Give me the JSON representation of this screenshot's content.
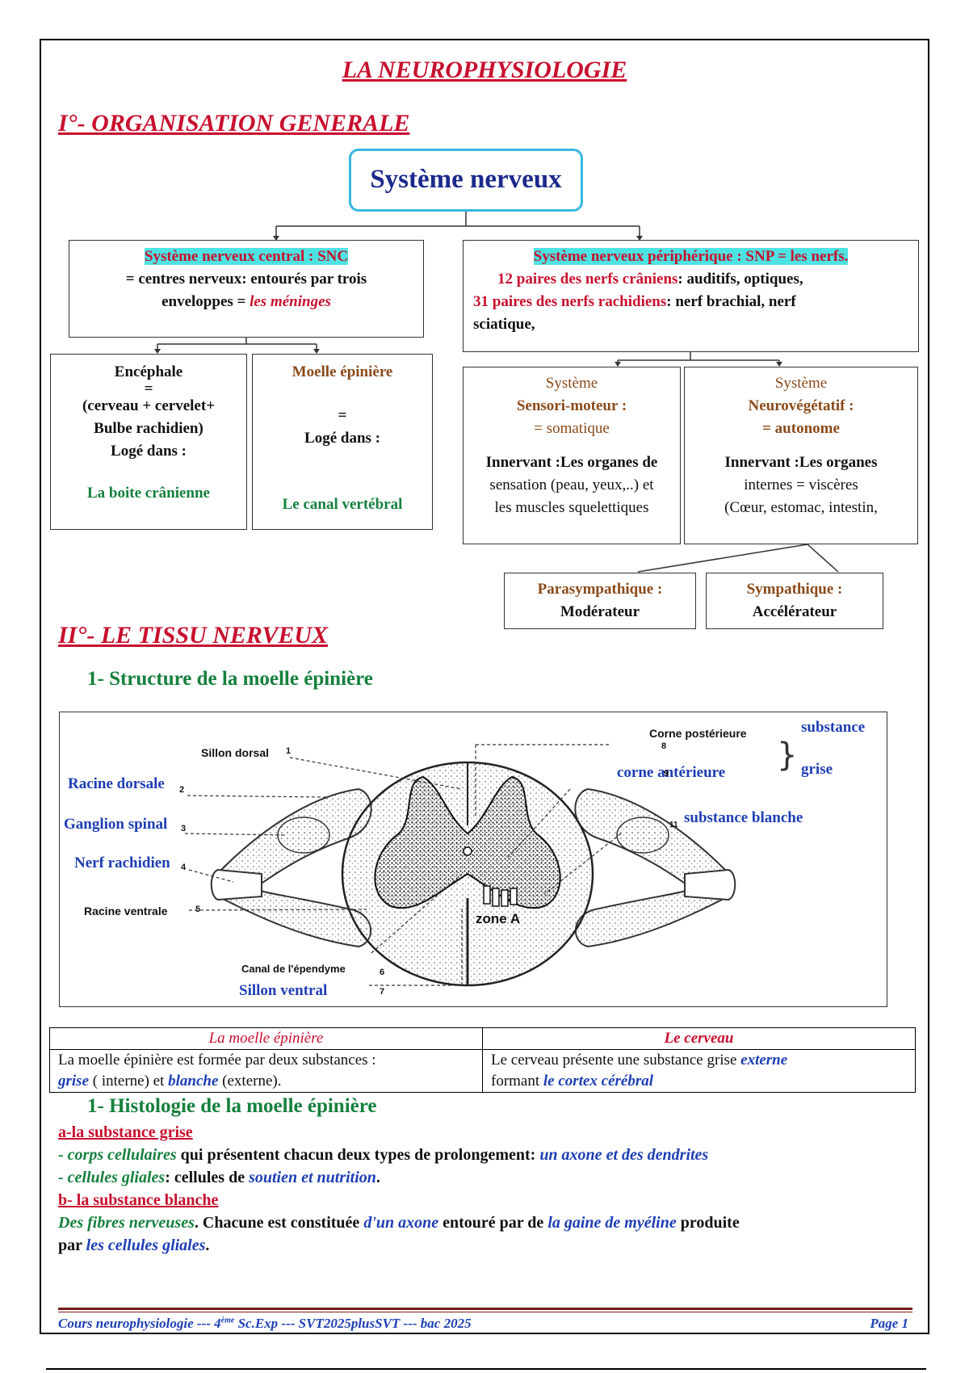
{
  "title": "LA NEUROPHYSIOLOGIE",
  "section1": {
    "heading": "I°- ORGANISATION GENERALE",
    "root": "Système nerveux",
    "snc": {
      "title": "Système nerveux central : SNC",
      "line1": "= centres nerveux: entourés par trois",
      "line2": "enveloppes = ",
      "meninges": "les méninges"
    },
    "snp": {
      "title": "Système nerveux périphérique : SNP = les nerfs.",
      "cranial_red": "12 paires des nerfs crâniens",
      "cranial_rest": ": auditifs, optiques,",
      "spinal_red": "31 paires des nerfs rachidiens",
      "spinal_rest": ": nerf brachial, nerf",
      "spinal_line2": "sciatique,"
    },
    "encephale": {
      "title": "Encéphale",
      "eq": "=",
      "line1": "(cerveau + cervelet+",
      "line2": "Bulbe rachidien)",
      "loge": "Logé dans :",
      "place": "La boite crânienne"
    },
    "moelle": {
      "title": "Moelle épinière",
      "eq": "=",
      "loge": "Logé dans :",
      "place": "Le canal vertébral"
    },
    "somatique": {
      "title1": "Système",
      "title2": "Sensori-moteur :",
      "title3": "= somatique",
      "desc1": "Innervant :Les organes de",
      "desc2": "sensation (peau, yeux,..) et",
      "desc3": "les muscles squelettiques"
    },
    "autonome": {
      "title1": "Système",
      "title2": "Neurovégétatif :",
      "title3": "= autonome",
      "desc1": "Innervant :Les organes",
      "desc2": "internes = viscères",
      "desc3": "(Cœur, estomac, intestin,"
    },
    "para": {
      "line1": "Parasympathique :",
      "line2": "Modérateur"
    },
    "sympa": {
      "line1": "Sympathique :",
      "line2": "Accélérateur"
    }
  },
  "section2": {
    "heading": "II°- LE TISSU NERVEUX",
    "sub1": "1-  Structure  de la moelle épinière",
    "diagram": {
      "sillon_dorsal": "Sillon dorsal",
      "racine_dorsale": "Racine dorsale",
      "ganglion": "Ganglion spinal",
      "nerf": "Nerf rachidien",
      "racine_ventrale": "Racine ventrale",
      "canal": "Canal de l'épendyme",
      "sillon_ventral": "Sillon ventral",
      "corne_post": "Corne postérieure",
      "corne_ant": "corne antérieure",
      "substance": "substance",
      "grise": "grise",
      "blanche": "substance blanche",
      "zone": "zone A",
      "n1": "1",
      "n2": "2",
      "n3": "3",
      "n4": "4",
      "n5": "5",
      "n6": "6",
      "n7": "7",
      "n8": "8",
      "n9": "9",
      "n11": "11"
    },
    "table": {
      "h1": "La moelle épinière",
      "h2": "Le cerveau",
      "c1_a": "La moelle épinière est formée par deux substances :",
      "c1_grise": "grise",
      "c1_b": " ( interne) et ",
      "c1_blanche": "blanche",
      "c1_c": " (externe).",
      "c2_a": "Le cerveau présente une substance grise ",
      "c2_externe": "externe",
      "c2_b": "formant ",
      "c2_cortex": "le cortex cérébral"
    },
    "sub2": "1-  Histologie de la moelle épinière",
    "a_title": "a-la substance grise",
    "a1_green": "- corps cellulaires",
    "a1_mid": " qui présentent chacun  deux types de prolongement: ",
    "a1_axone": "un axone",
    "a1_et": "  et des dendrites",
    "a2_green": "- cellules gliales",
    "a2_mid": ": cellules de ",
    "a2_blue": "soutien et nutrition",
    "a2_end": ".",
    "b_title": "b- la substance blanche",
    "b1_green": "Des fibres nerveuses",
    "b1_mid": ". Chacune est constituée ",
    "b1_axone": "d'un axone",
    "b1_mid2": " entouré par de ",
    "b1_gaine": "la gaine de myéline",
    "b1_end": " produite",
    "b2_par": "par ",
    "b2_blue": "les cellules gliales",
    "b2_end": "."
  },
  "footer": {
    "left_a": "Cours neurophysiologie --- 4",
    "left_sup": "ème",
    "left_b": " Sc.Exp --- SVT2025plusSVT --- bac 2025",
    "right": "Page 1"
  },
  "colors": {
    "red": "#c8102e",
    "blue": "#1d3fb5",
    "green": "#15803d",
    "cyan_box": "#38b8e0",
    "highlight": "#4ee3e3"
  }
}
